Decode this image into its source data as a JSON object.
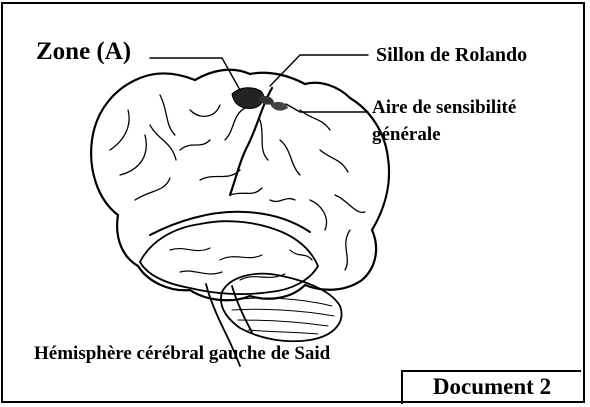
{
  "labels": {
    "zone_a": "Zone (A)",
    "sillon": "Sillon de Rolando",
    "aire_line1": "Aire de sensibilité",
    "aire_line2": "générale"
  },
  "caption": "Hémisphère cérébral gauche de Said",
  "document_label": "Document 2"
}
